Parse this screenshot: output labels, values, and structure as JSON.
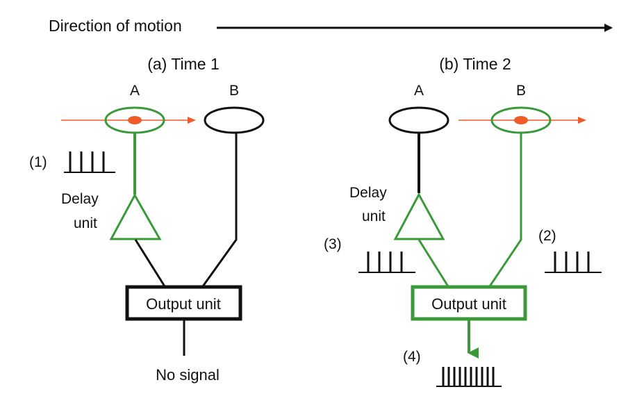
{
  "header": {
    "direction_label": "Direction of motion"
  },
  "panel_a": {
    "title": "(a) Time 1",
    "neuron_a_label": "A",
    "neuron_b_label": "B",
    "marker_1": "(1)",
    "delay_label_line1": "Delay",
    "delay_label_line2": "unit",
    "output_label": "Output unit",
    "result_label": "No signal"
  },
  "panel_b": {
    "title": "(b) Time 2",
    "neuron_a_label": "A",
    "neuron_b_label": "B",
    "marker_2": "(2)",
    "marker_3": "(3)",
    "marker_4": "(4)",
    "delay_label_line1": "Delay",
    "delay_label_line2": "unit",
    "output_label": "Output unit"
  },
  "colors": {
    "active": "#3a9a3a",
    "inactive": "#1a1a1a",
    "stimulus": "#f05a28"
  }
}
